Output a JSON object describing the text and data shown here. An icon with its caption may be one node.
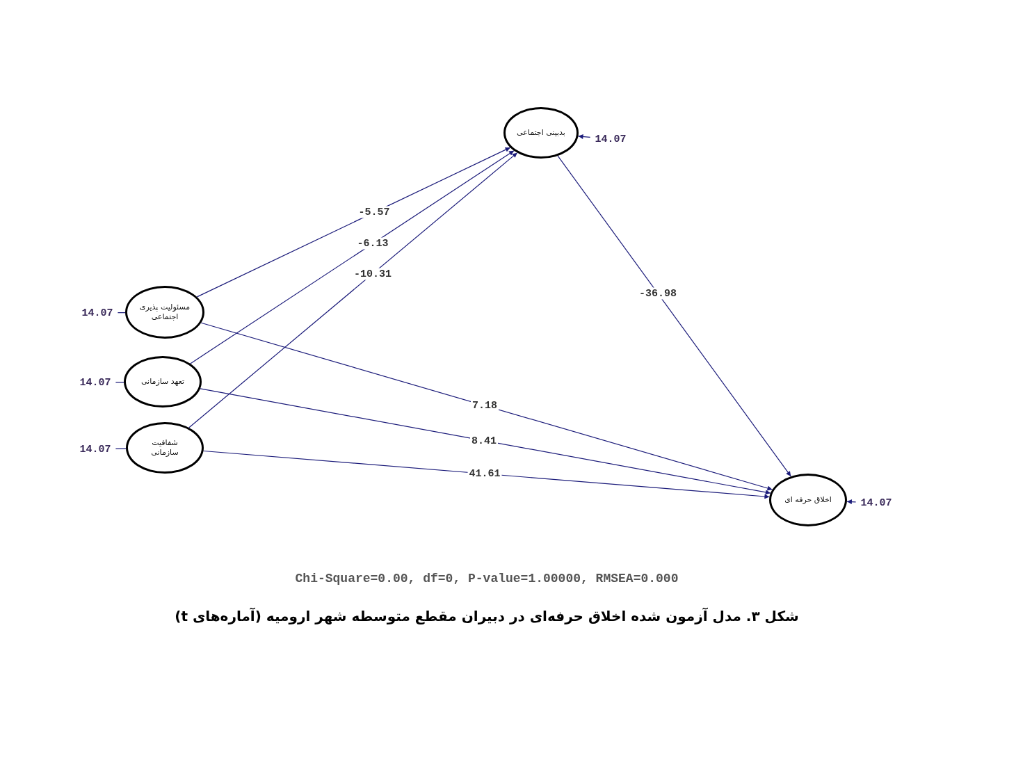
{
  "diagram": {
    "caption": "شکل ۳. مدل آزمون شده اخلاق حرفه‌ای در دبیران مقطع متوسطه شهر ارومیه (آماره‌های t)",
    "nodes": [
      {
        "text": [
          "بدبینی اجتماعی"
        ]
      },
      {
        "text": [
          "14.07"
        ]
      },
      {
        "text": [
          "14.07"
        ]
      },
      {
        "text": [
          "مسئولیت پذیری اجتماعی"
        ]
      },
      {
        "text": [
          "14.07"
        ]
      },
      {
        "text": [
          "تعهد سازمانی"
        ]
      },
      {
        "text": [
          "14.07"
        ]
      },
      {
        "text": [
          "شفافیت سازمانی"
        ]
      },
      {
        "text": [
          "اخلاق حرفه ای"
        ]
      },
      {
        "text": [
          "14.07"
        ]
      }
    ],
    "edges": [
      {
        "from": 3,
        "to": 0,
        "arrow": "to",
        "label": "-5.57"
      },
      {
        "from": 5,
        "to": 0,
        "arrow": "to",
        "label": "-6.13"
      },
      {
        "from": 7,
        "to": 0,
        "arrow": "to",
        "label": "-10.31"
      },
      {
        "from": 0,
        "to": 8,
        "arrow": "to",
        "label": "-36.98"
      },
      {
        "from": 3,
        "to": 8,
        "arrow": "to",
        "label": "7.18"
      },
      {
        "from": 5,
        "to": 8,
        "arrow": "to",
        "label": "8.41"
      },
      {
        "from": 7,
        "to": 8,
        "arrow": "to",
        "label": "41.61"
      },
      {
        "from": 1,
        "to": 0,
        "arrow": "to"
      },
      {
        "from": 2,
        "to": 3,
        "arrow": "none"
      },
      {
        "from": 4,
        "to": 5,
        "arrow": "none"
      },
      {
        "from": 6,
        "to": 7,
        "arrow": "none"
      },
      {
        "from": 9,
        "to": 8,
        "arrow": "to"
      }
    ],
    "labels": [
      "Chi-Square=0.00, df=0, P-value=1.00000, RMSEA=0.000"
    ]
  }
}
